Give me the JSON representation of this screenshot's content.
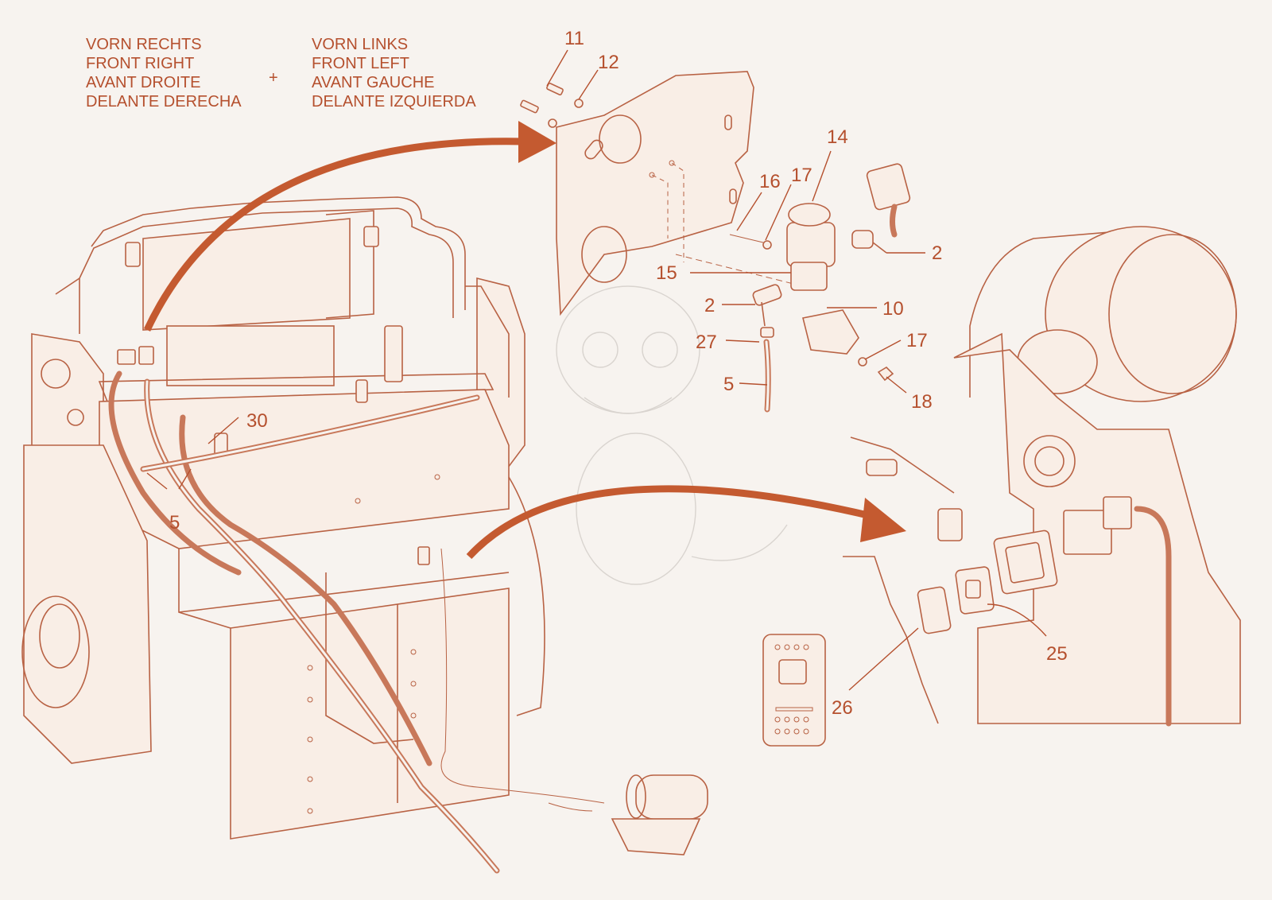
{
  "header": {
    "right": [
      "VORN RECHTS",
      "FRONT RIGHT",
      "AVANT DROITE",
      "DELANTE DERECHA"
    ],
    "plus": "+",
    "left": [
      "VORN LINKS",
      "FRONT LEFT",
      "AVANT GAUCHE",
      "DELANTE IZQUIERDA"
    ]
  },
  "callouts": {
    "c11": "11",
    "c12": "12",
    "c14": "14",
    "c16": "16",
    "c17a": "17",
    "c2a": "2",
    "c15": "15",
    "c2b": "2",
    "c10": "10",
    "c27": "27",
    "c17b": "17",
    "c5a": "5",
    "c18": "18",
    "c30": "30",
    "c5b": "5",
    "c25": "25",
    "c26": "26"
  },
  "colors": {
    "accent": "#c45a30",
    "line": "#b86244",
    "text": "#b5502e",
    "background": "#f7f3ef"
  }
}
